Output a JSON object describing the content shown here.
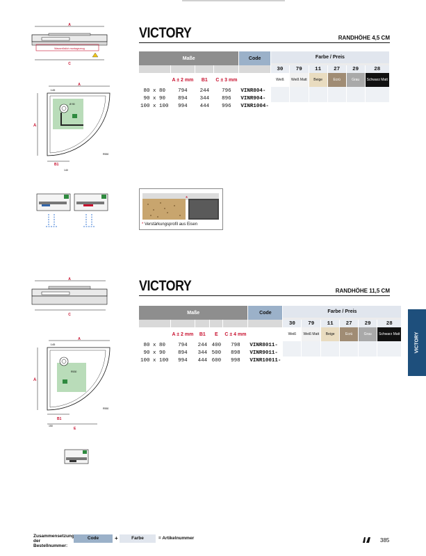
{
  "sections": [
    {
      "title": "VICTORY",
      "rim_height": "RANDHÖHE 4,5 CM",
      "hdr": {
        "masse": "Maße",
        "code": "Code",
        "farbe": "Farbe / Preis"
      },
      "dim_headers": [
        "A ± 2 mm",
        "B1",
        "C ± 3 mm"
      ],
      "color_nums": [
        "30",
        "79",
        "11",
        "27",
        "29",
        "28"
      ],
      "color_names": [
        "Weiß",
        "Weiß Matt",
        "Beige",
        "Ecrù",
        "Grau",
        "Schwarz Matt"
      ],
      "rows": [
        {
          "size": "80 x 80",
          "dims": [
            "794",
            "244",
            "796"
          ],
          "code": "VINR804-"
        },
        {
          "size": "90 x 90",
          "dims": [
            "894",
            "344",
            "896"
          ],
          "code": "VINR904-"
        },
        {
          "size": "100 x 100",
          "dims": [
            "994",
            "444",
            "996"
          ],
          "code": "VINR1004-"
        }
      ]
    },
    {
      "title": "VICTORY",
      "rim_height": "RANDHÖHE 11,5 CM",
      "hdr": {
        "masse": "Maße",
        "code": "Code",
        "farbe": "Farbe / Preis"
      },
      "dim_headers": [
        "A ± 2 mm",
        "B1",
        "E",
        "C ± 4 mm"
      ],
      "color_nums": [
        "30",
        "79",
        "11",
        "27",
        "29",
        "28"
      ],
      "color_names": [
        "Weiß",
        "Weiß Matt",
        "Beige",
        "Ecrù",
        "Grau",
        "Schwarz Matt"
      ],
      "rows": [
        {
          "size": "80 x 80",
          "dims": [
            "794",
            "244",
            "400",
            "798"
          ],
          "code": "VINR8011-"
        },
        {
          "size": "90 x 90",
          "dims": [
            "894",
            "344",
            "500",
            "898"
          ],
          "code": "VINR9011-"
        },
        {
          "size": "100 x 100",
          "dims": [
            "994",
            "444",
            "600",
            "998"
          ],
          "code": "VINR10011-"
        }
      ]
    }
  ],
  "swatch_colors": [
    "#ffffff",
    "#f2f2f2",
    "#e9dcc0",
    "#a08c74",
    "#a9a9a9",
    "#111111"
  ],
  "swatch_text_colors": [
    "#111111",
    "#111111",
    "#111111",
    "#ffffff",
    "#ffffff",
    "#ffffff"
  ],
  "diagram_labels": {
    "a": "A",
    "b1": "B1",
    "c": "C",
    "e": "E",
    "d145": "145",
    "d140": "140",
    "d150": "150",
    "r550": "R550",
    "r530": "R530",
    "d90": "Ø 90",
    "warning": "Wasserlöslich montagezeug"
  },
  "profile_caption": "Verstärkungsprofil aus Eisen",
  "side_tab": "VICTORY",
  "footer": {
    "label": "Zusammensetzung der Bestellnummer:",
    "code": "Code",
    "plus": "+",
    "farbe": "Farbe",
    "equals": "= Artikelnummer"
  },
  "page_number": "385",
  "accent_color": "#1e4f7c",
  "code_color": "#9bb1c9"
}
